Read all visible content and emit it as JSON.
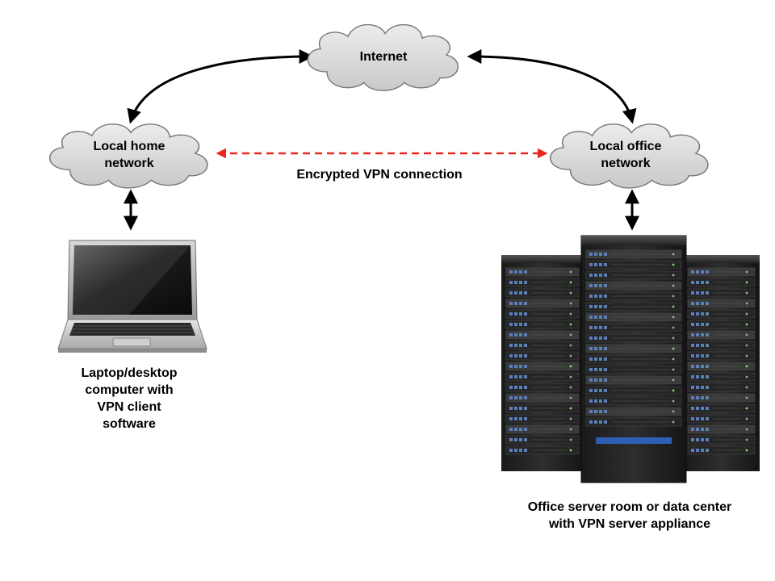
{
  "internet_label": "Internet",
  "home_network_label": "Local home\nnetwork",
  "office_network_label": "Local office\nnetwork",
  "vpn_connection_label": "Encrypted VPN connection",
  "laptop_label": "Laptop/desktop\ncomputer with\nVPN client\nsoftware",
  "server_label": "Office server room or data center\nwith VPN server appliance",
  "colors": {
    "vpn_line": "#e8281f",
    "cloud_fill": "#d3d3d3",
    "cloud_stroke": "#7a7a7a",
    "arrow": "#000000"
  }
}
